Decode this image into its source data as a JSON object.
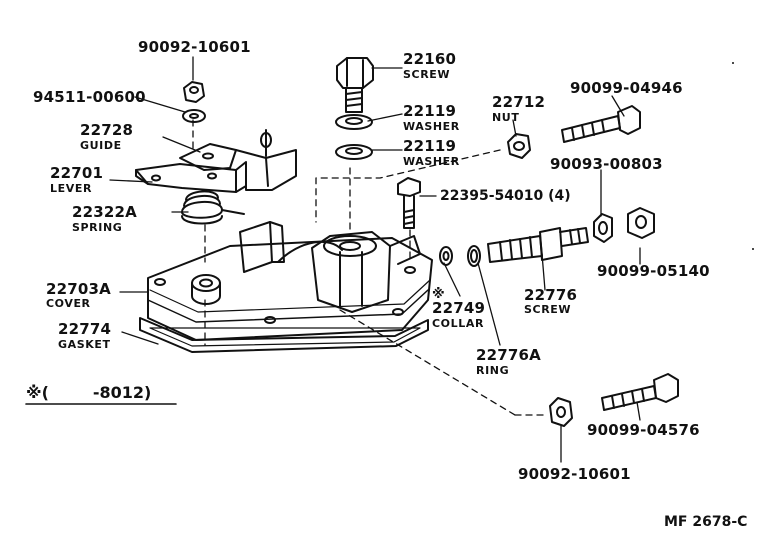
{
  "parts": {
    "p1": {
      "number": "90092-10601"
    },
    "p2": {
      "number": "94511-00600"
    },
    "p3": {
      "number": "22728",
      "name": "GUIDE"
    },
    "p4": {
      "number": "22701",
      "name": "LEVER"
    },
    "p5": {
      "number": "22322A",
      "name": "SPRING"
    },
    "p6": {
      "number": "22703A",
      "name": "COVER"
    },
    "p7": {
      "number": "22774",
      "name": "GASKET"
    },
    "p8": {
      "number": "22160",
      "name": "SCREW"
    },
    "p9": {
      "number": "22119",
      "name": "WASHER"
    },
    "p10": {
      "number": "22119",
      "name": "WASHER"
    },
    "p11": {
      "number": "22712",
      "name": "NUT"
    },
    "p12": {
      "number": "90099-04946"
    },
    "p13": {
      "number": "90093-00803"
    },
    "p14": {
      "number": "22395-54010",
      "qty": "(4)"
    },
    "p15": {
      "number": "90099-05140"
    },
    "p16": {
      "number": "22776",
      "name": "SCREW"
    },
    "p17": {
      "mark": "※",
      "number": "22749",
      "name": "COLLAR"
    },
    "p18": {
      "number": "22776A",
      "name": "RING"
    },
    "p19": {
      "number": "90099-04576"
    },
    "p20": {
      "number": "90092-10601"
    }
  },
  "footnote": {
    "mark": "※",
    "open": "(",
    "range": "-8012)"
  },
  "figure_code": "MF 2678-C",
  "colors": {
    "ink": "#111111",
    "paper": "#ffffff"
  }
}
